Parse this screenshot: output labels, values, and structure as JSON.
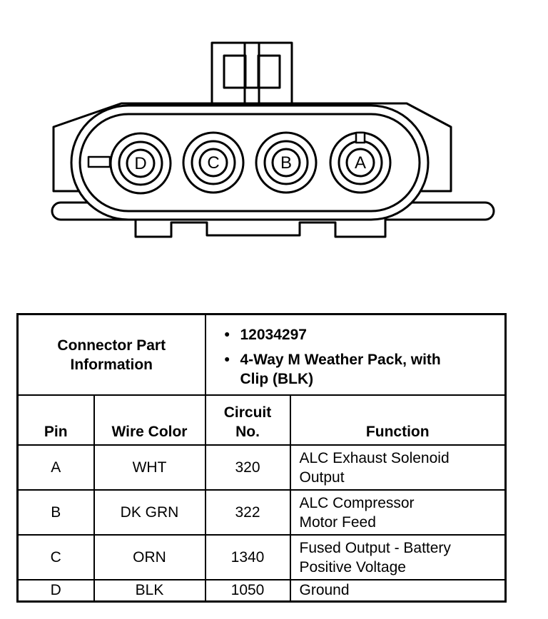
{
  "diagram": {
    "pins": [
      {
        "letter": "D"
      },
      {
        "letter": "C"
      },
      {
        "letter": "B"
      },
      {
        "letter": "A"
      }
    ]
  },
  "connector_info": {
    "label_line1": "Connector Part",
    "label_line2": "Information",
    "bullet_symbol": "•",
    "part_number": "12034297",
    "description_line1": "4-Way M Weather Pack, with",
    "description_line2": "Clip (BLK)"
  },
  "table": {
    "headers": {
      "pin": "Pin",
      "wire_color": "Wire Color",
      "circuit_line1": "Circuit",
      "circuit_line2": "No.",
      "function": "Function"
    },
    "rows": [
      {
        "pin": "A",
        "wire_color": "WHT",
        "circuit": "320",
        "function_line1": "ALC Exhaust Solenoid",
        "function_line2": "Output"
      },
      {
        "pin": "B",
        "wire_color": "DK GRN",
        "circuit": "322",
        "function_line1": "ALC Compressor",
        "function_line2": "Motor Feed"
      },
      {
        "pin": "C",
        "wire_color": "ORN",
        "circuit": "1340",
        "function_line1": "Fused Output - Battery",
        "function_line2": "Positive Voltage"
      },
      {
        "pin": "D",
        "wire_color": "BLK",
        "circuit": "1050",
        "function_line1": "Ground",
        "function_line2": ""
      }
    ]
  }
}
